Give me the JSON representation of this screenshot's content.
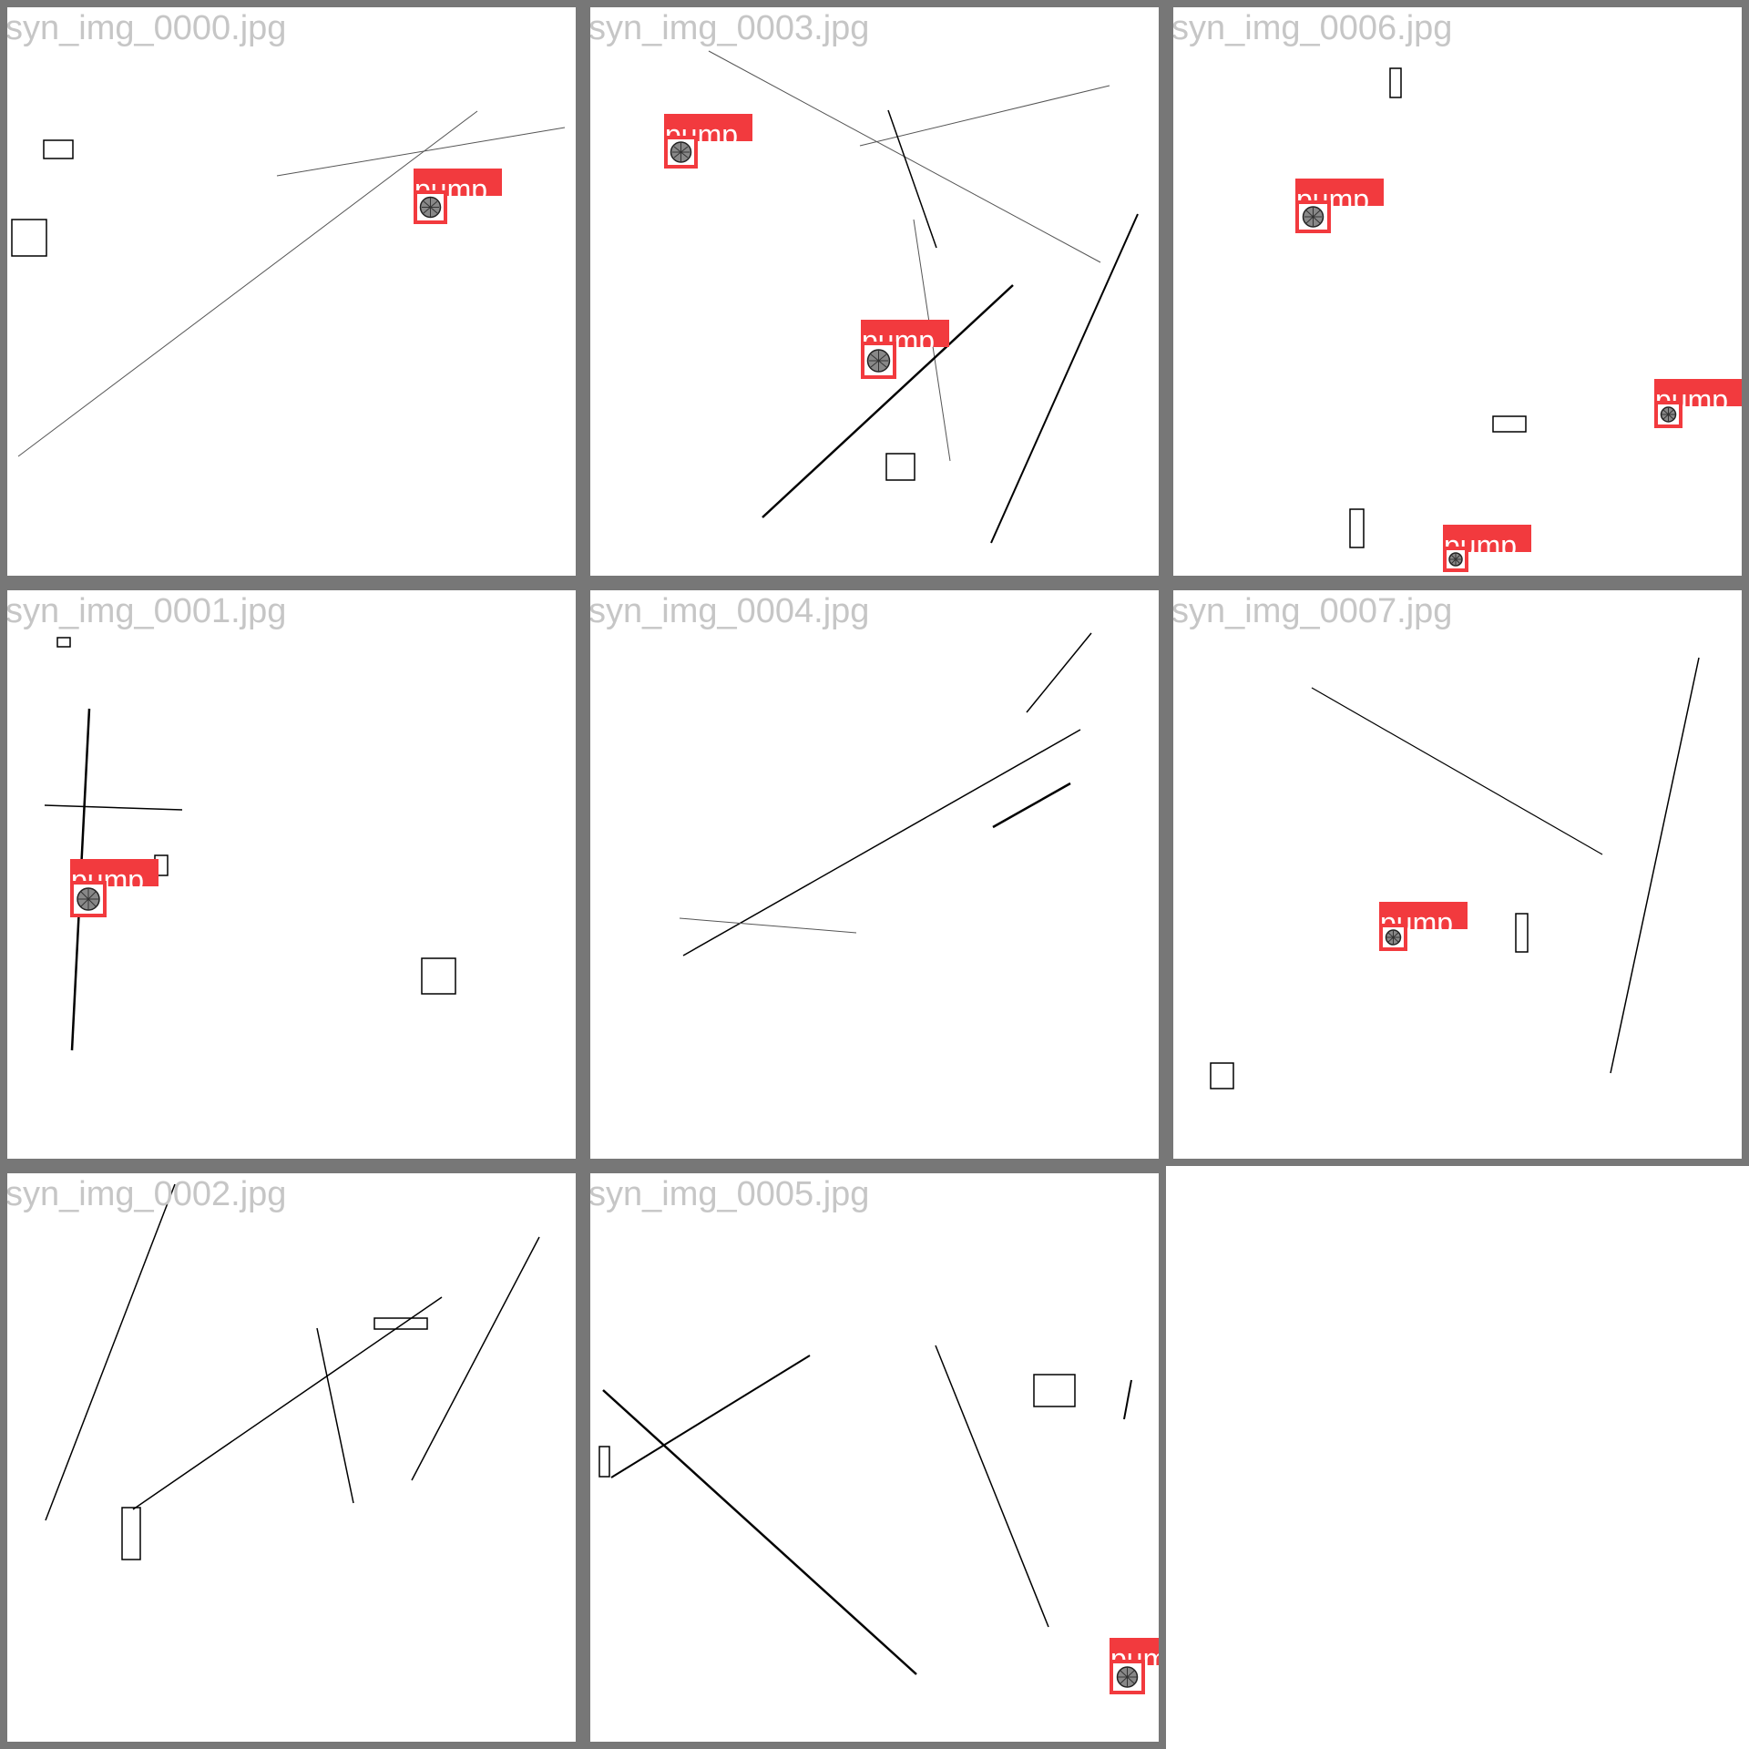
{
  "grid": {
    "tiles": [
      {
        "filename": "syn_img_0000.jpg",
        "detections": [
          {
            "label": "pump"
          }
        ]
      },
      {
        "filename": "syn_img_0003.jpg",
        "detections": [
          {
            "label": "pump"
          },
          {
            "label": "pump"
          }
        ]
      },
      {
        "filename": "syn_img_0006.jpg",
        "detections": [
          {
            "label": "pump"
          },
          {
            "label": "pump"
          },
          {
            "label": "pump"
          }
        ]
      },
      {
        "filename": "syn_img_0001.jpg",
        "detections": [
          {
            "label": "pump"
          }
        ]
      },
      {
        "filename": "syn_img_0004.jpg",
        "detections": []
      },
      {
        "filename": "syn_img_0007.jpg",
        "detections": [
          {
            "label": "pump"
          }
        ]
      },
      {
        "filename": "syn_img_0002.jpg",
        "detections": []
      },
      {
        "filename": "syn_img_0005.jpg",
        "detections": [
          {
            "label": "pump"
          }
        ]
      }
    ]
  },
  "colors": {
    "tile_border": "#777777",
    "detection_red": "#f23a3e",
    "filename_text": "#c6c6c6",
    "line": "#000000"
  }
}
